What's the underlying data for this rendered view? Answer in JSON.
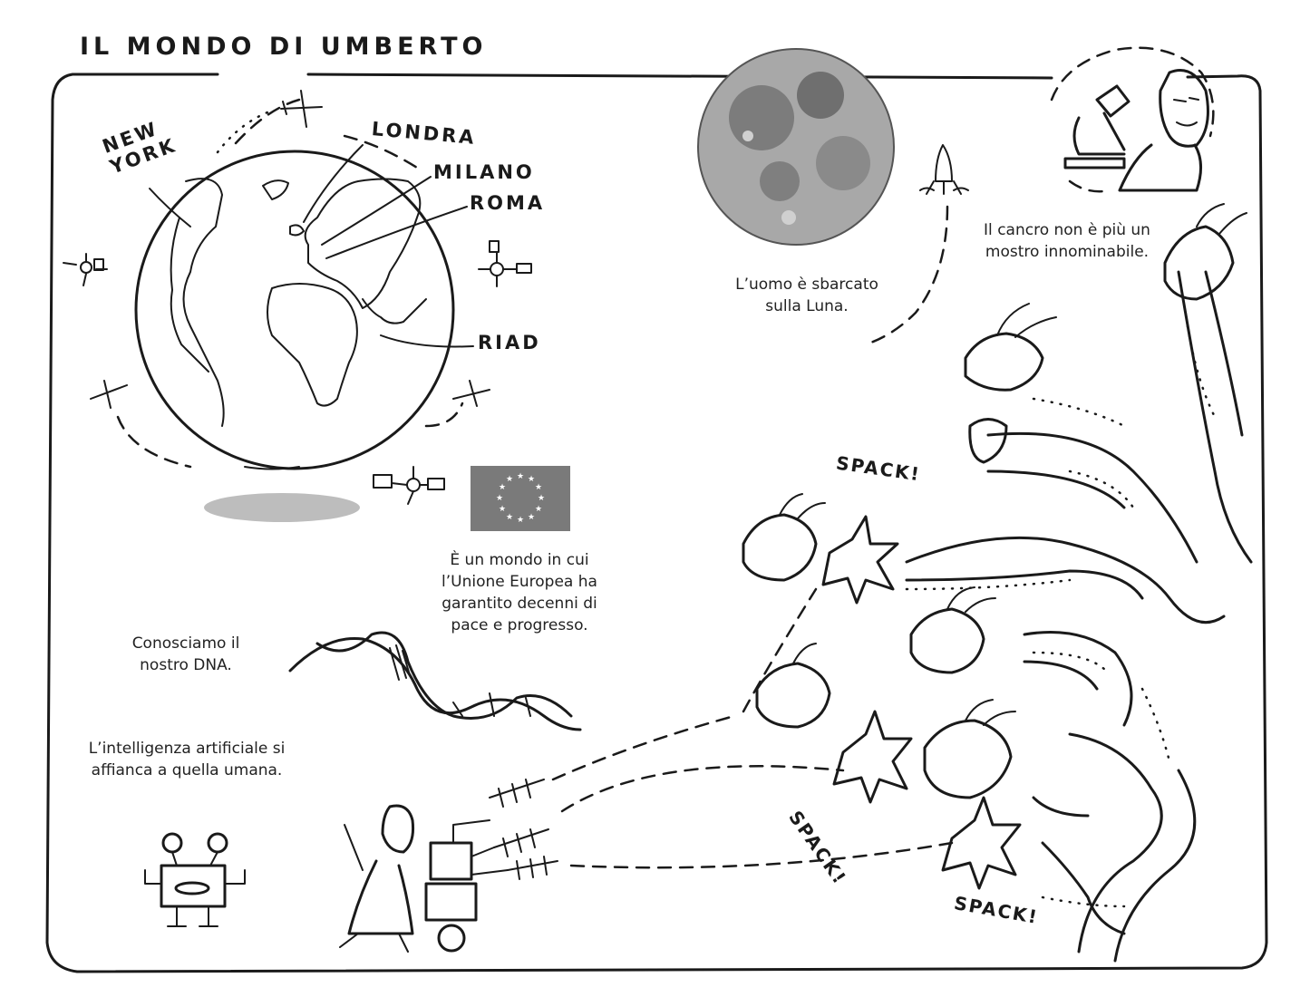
{
  "title": "IL MONDO DI UMBERTO",
  "globe": {
    "cities": [
      {
        "name": "NEW YORK"
      },
      {
        "name": "LONDRA"
      },
      {
        "name": "MILANO"
      },
      {
        "name": "ROMA"
      },
      {
        "name": "RIAD"
      }
    ]
  },
  "captions": {
    "moon": "L’uomo è sbarcato sulla Luna.",
    "cancer": "Il cancro non è più un mostro innominabile.",
    "eu": "È un mondo in cui l’Unione Europea ha garantito decenni di pace e progresso.",
    "dna": "Conosciamo il nostro DNA.",
    "ai": "L’intelligenza artificiale si affianca a quella umana."
  },
  "sound_effects": [
    "SPACK!",
    "SPACK!",
    "SPACK!"
  ],
  "icons": [
    "globe-icon",
    "moon-icon",
    "rocket-icon",
    "satellite-icon",
    "airplane-icon",
    "microscope-icon",
    "eu-flag-icon",
    "dna-icon",
    "robot-icon",
    "hydra-dragon-icon",
    "laser-cannon-icon"
  ],
  "colors": {
    "ink": "#1a1a1a",
    "flag": "#7a7a7a",
    "shadow": "#bdbdbd",
    "moon": "#9a9a9a"
  }
}
